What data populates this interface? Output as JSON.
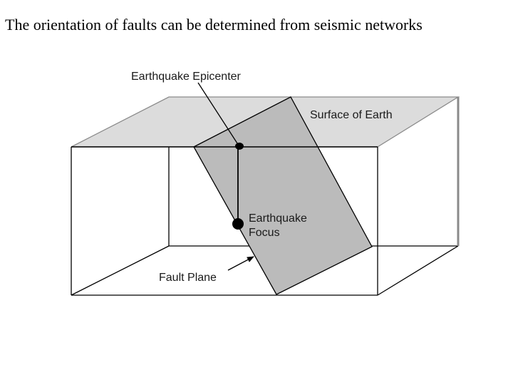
{
  "slide": {
    "title": "The orientation of faults can be determined from seismic networks"
  },
  "diagram": {
    "labels": {
      "epicenter": "Earthquake Epicenter",
      "surface": "Surface of Earth",
      "focus_line1": "Earthquake",
      "focus_line2": "Focus",
      "fault_plane": "Fault Plane"
    },
    "colors": {
      "surface_fill": "#dcdcdc",
      "fault_fill": "#bbbbbb",
      "line": "#000000",
      "edge_gray": "#8a8a8a"
    }
  }
}
